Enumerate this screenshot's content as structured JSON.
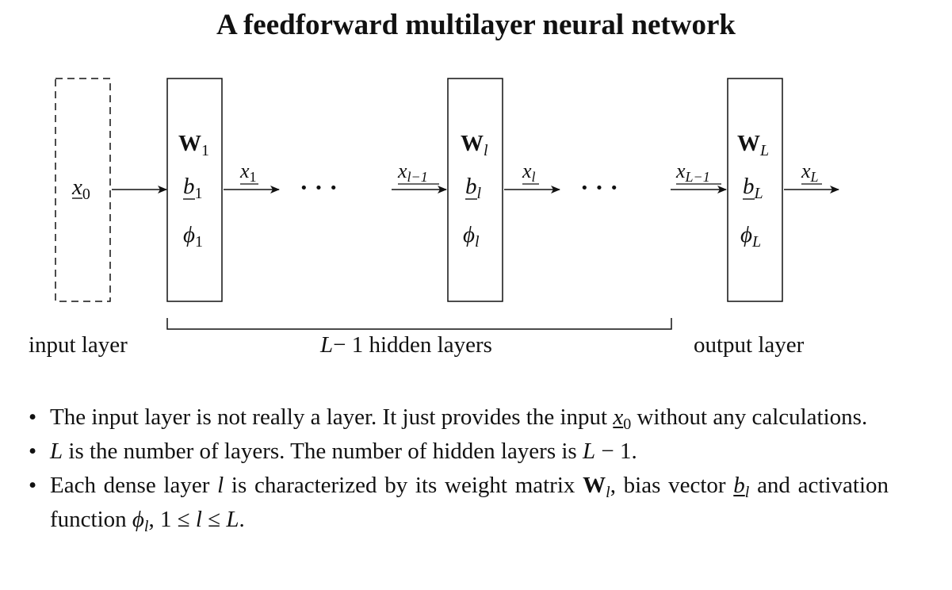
{
  "title": "A feedforward multilayer neural network",
  "layer_boxes": [
    {
      "id": "input",
      "style": "dashed",
      "content": [
        {
          "main": "x",
          "sub": "0",
          "underline": true
        }
      ]
    },
    {
      "id": "first",
      "style": "solid",
      "content": [
        {
          "main": "W",
          "sub": "1",
          "bold": true
        },
        {
          "main": "b",
          "sub": "1",
          "underline": true
        },
        {
          "main": "ϕ",
          "sub": "1"
        }
      ]
    },
    {
      "id": "l",
      "style": "solid",
      "content": [
        {
          "main": "W",
          "sub": "l",
          "bold": true
        },
        {
          "main": "b",
          "sub": "l",
          "underline": true
        },
        {
          "main": "ϕ",
          "sub": "l"
        }
      ]
    },
    {
      "id": "L",
      "style": "solid",
      "content": [
        {
          "main": "W",
          "sub": "L",
          "bold": true
        },
        {
          "main": "b",
          "sub": "L",
          "underline": true
        },
        {
          "main": "ϕ",
          "sub": "L"
        }
      ]
    }
  ],
  "arrow_labels": [
    {
      "main": "x",
      "sub": "1"
    },
    {
      "main": "x",
      "sub": "l−1"
    },
    {
      "main": "x",
      "sub": "l"
    },
    {
      "main": "x",
      "sub": "L−1"
    },
    {
      "main": "x",
      "sub": "L"
    }
  ],
  "ellipsis": "· · ·",
  "labels": {
    "input_layer": "input layer",
    "hidden_layers_var": "L",
    "hidden_layers_text": "− 1 hidden layers",
    "output_layer": "output layer"
  },
  "bullets": {
    "b1_text1": "The input layer is not really a layer.  It just provides the input ",
    "b1_var": "x",
    "b1_sub": "0",
    "b1_text2": " without any calculations.",
    "b2_var1": "L",
    "b2_text1": " is the number of layers. The number of hidden layers is ",
    "b2_var2": "L",
    "b2_text2": " − 1.",
    "b3_text1": "Each dense layer ",
    "b3_var_l": "l",
    "b3_text2": " is characterized by its weight matrix ",
    "b3_W": "W",
    "b3_W_sub": "l",
    "b3_text3": ", bias vector ",
    "b3_b": "b",
    "b3_b_sub": "l",
    "b3_text4": " and activation function ",
    "b3_phi": "ϕ",
    "b3_phi_sub": "l",
    "b3_text5": ", 1 ≤ ",
    "b3_l2": "l",
    "b3_text6": " ≤ ",
    "b3_L": "L",
    "b3_text7": "."
  }
}
